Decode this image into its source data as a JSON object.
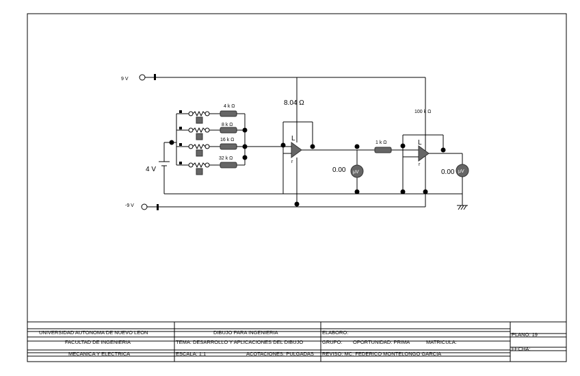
{
  "circuit": {
    "supply_positive": "9 V",
    "supply_negative": "-9 V",
    "battery": "4 V",
    "resistors": [
      "4 k Ω",
      "8 k Ω",
      "16 k Ω",
      "32 k Ω"
    ],
    "feedback_resistor_1": "8.04 Ω",
    "feedback_resistor_2": "100  k Ω",
    "series_resistor": "1 k Ω",
    "opamp_top_label": "L",
    "opamp_bottom_label": "r",
    "meter_symbol": "μV",
    "meter1_reading": "0.00",
    "meter2_reading": "0.00"
  },
  "title_block": {
    "university": "UNIVERSIDAD AUTONOMA DE NUEVO LEON",
    "faculty": "FACULTAD DE INGENIERIA",
    "department": "MECANICA Y ELECTRICA",
    "course": "DIBUJO PARA INGENIERIA",
    "topic": "TEMA: DESARROLLO Y APLICACIONES DEL DIBUJO",
    "scale": "ESCALA: 1:1",
    "units": "ACOTACIONES: PULGADAS",
    "made_by": "ELABORO:",
    "group": "GRUPO:",
    "opportunity": "OPORTUNIDAD: PRIMA",
    "enrollment": "MATRICULA:",
    "reviewed": "REVISO: MC. FEDERICO MONTELONGO GARCIA",
    "plan": "PLANO: 19",
    "date": "FECHA:"
  }
}
